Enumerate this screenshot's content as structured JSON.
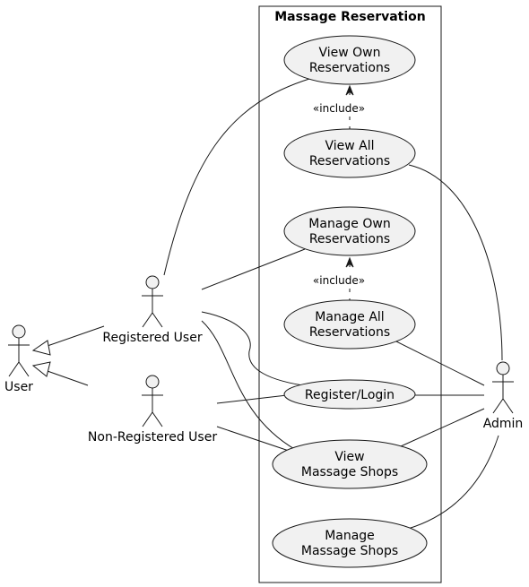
{
  "system": {
    "title": "Massage Reservation"
  },
  "actors": {
    "user": "User",
    "registered_user": "Registered User",
    "non_registered_user": "Non-Registered User",
    "admin": "Admin"
  },
  "use_cases": {
    "view_own": [
      "View Own",
      "Reservations"
    ],
    "view_all": [
      "View All",
      "Reservations"
    ],
    "manage_own": [
      "Manage Own",
      "Reservations"
    ],
    "manage_all": [
      "Manage All",
      "Reservations"
    ],
    "register_login": [
      "Register/Login"
    ],
    "view_shops": [
      "View",
      "Massage Shops"
    ],
    "manage_shops": [
      "Manage",
      "Massage Shops"
    ]
  },
  "include_label": "«include»"
}
